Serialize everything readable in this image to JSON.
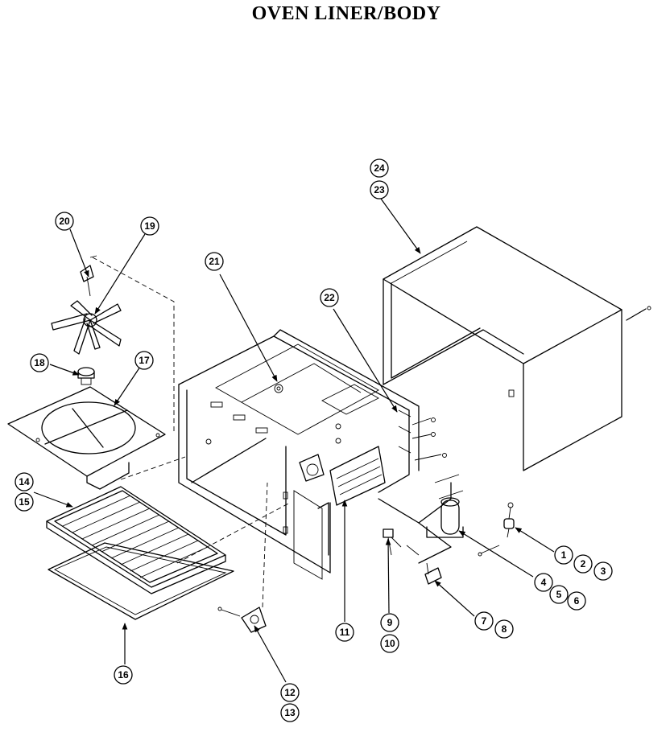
{
  "title": "OVEN LINER/BODY",
  "callouts": [
    "1",
    "2",
    "3",
    "4",
    "5",
    "6",
    "7",
    "8",
    "9",
    "10",
    "11",
    "12",
    "13",
    "14",
    "15",
    "16",
    "17",
    "18",
    "19",
    "20",
    "21",
    "22",
    "23",
    "24"
  ]
}
